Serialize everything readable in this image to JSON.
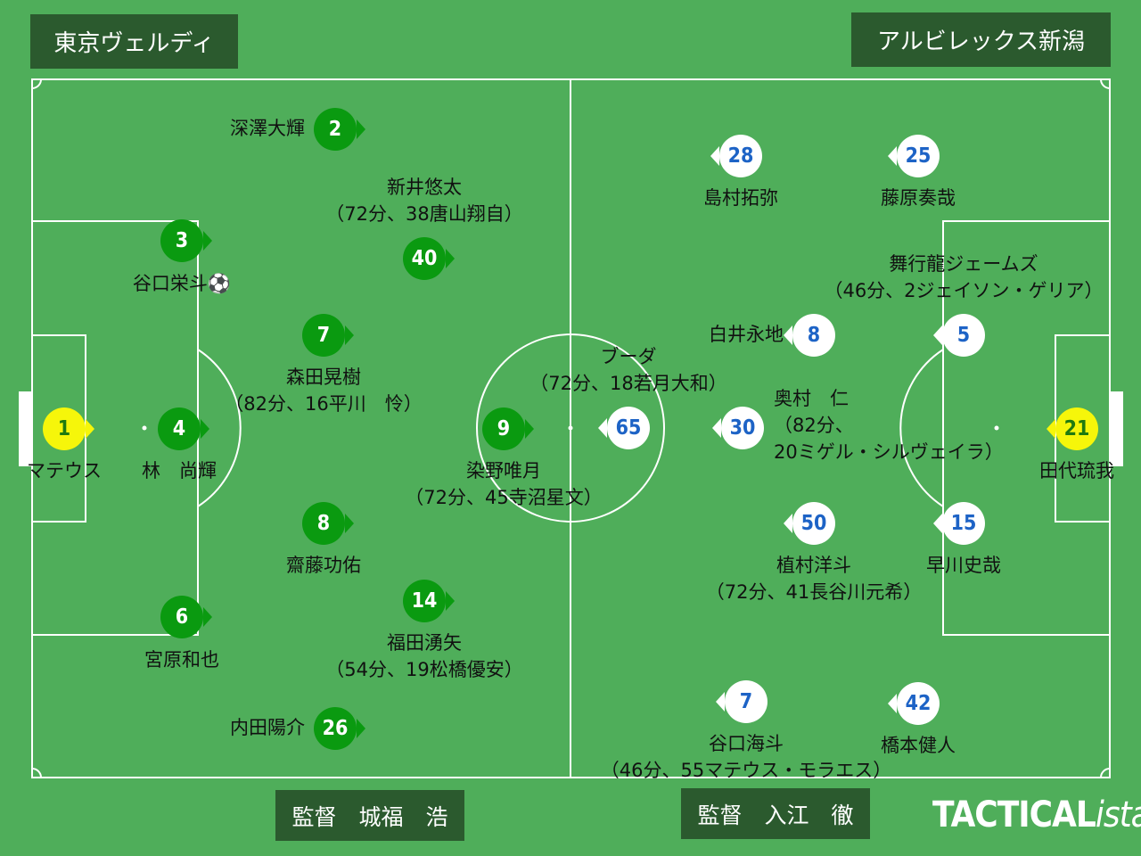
{
  "home": {
    "team_name": "東京ヴェルディ",
    "coach": "監督　城福　浩",
    "players": [
      {
        "number": "1",
        "name": "マテウス",
        "sub": "",
        "gk": true
      },
      {
        "number": "4",
        "name": "林　尚輝",
        "sub": ""
      },
      {
        "number": "3",
        "name": "谷口栄斗⚽",
        "sub": ""
      },
      {
        "number": "6",
        "name": "宮原和也",
        "sub": ""
      },
      {
        "number": "2",
        "name": "深澤大輝",
        "sub": ""
      },
      {
        "number": "26",
        "name": "内田陽介",
        "sub": ""
      },
      {
        "number": "7",
        "name": "森田晃樹",
        "sub": "（82分、16平川　怜）"
      },
      {
        "number": "8",
        "name": "齋藤功佑",
        "sub": ""
      },
      {
        "number": "40",
        "name": "新井悠太",
        "sub": "（72分、38唐山翔自）"
      },
      {
        "number": "14",
        "name": "福田湧矢",
        "sub": "（54分、19松橋優安）"
      },
      {
        "number": "9",
        "name": "染野唯月",
        "sub": "（72分、45寺沼星文）"
      }
    ]
  },
  "away": {
    "team_name": "アルビレックス新潟",
    "coach": "監督　入江　徹",
    "players": [
      {
        "number": "21",
        "name": "田代琉我",
        "sub": "",
        "gk": true
      },
      {
        "number": "5",
        "name": "舞行龍ジェームズ",
        "sub": "（46分、2ジェイソン・ゲリア）"
      },
      {
        "number": "15",
        "name": "早川史哉",
        "sub": ""
      },
      {
        "number": "25",
        "name": "藤原奏哉",
        "sub": ""
      },
      {
        "number": "42",
        "name": "橋本健人",
        "sub": ""
      },
      {
        "number": "8",
        "name": "白井永地",
        "sub": ""
      },
      {
        "number": "50",
        "name": "植村洋斗",
        "sub": "（72分、41長谷川元希）"
      },
      {
        "number": "28",
        "name": "島村拓弥",
        "sub": ""
      },
      {
        "number": "7",
        "name": "谷口海斗",
        "sub": "（46分、55マテウス・モラエス）"
      },
      {
        "number": "30",
        "name": "奥村　仁",
        "sub": "（82分、\n20ミゲル・シルヴェイラ）"
      },
      {
        "number": "65",
        "name": "ブーダ",
        "sub": "（72分、18若月大和）"
      }
    ]
  },
  "logo": {
    "main": "TACTICAL",
    "italic": "ista"
  },
  "colors": {
    "pitch": "#4fae5a",
    "home": "#0a9a10",
    "away": "#ffffff",
    "away_number": "#1d63c6",
    "keeper": "#f6f60a",
    "box": "#2b5a2e"
  }
}
